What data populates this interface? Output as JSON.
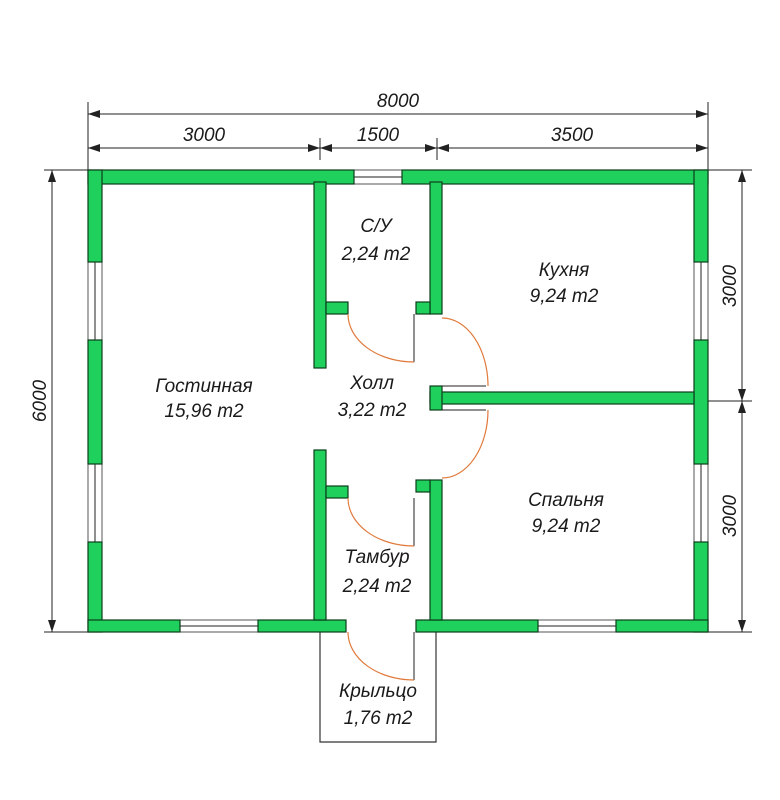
{
  "dimensions": {
    "total_width": "8000",
    "seg_left": "3000",
    "seg_middle": "1500",
    "seg_right": "3500",
    "total_height": "6000",
    "right_upper": "3000",
    "right_lower": "3000"
  },
  "rooms": {
    "living": {
      "name": "Гостинная",
      "area": "15,96 m2"
    },
    "bathroom": {
      "name": "С/У",
      "area": "2,24 m2"
    },
    "kitchen": {
      "name": "Кухня",
      "area": "9,24 m2"
    },
    "hall": {
      "name": "Холл",
      "area": "3,22 m2"
    },
    "bedroom": {
      "name": "Спальня",
      "area": "9,24 m2"
    },
    "vestibule": {
      "name": "Тамбур",
      "area": "2,24 m2"
    },
    "porch": {
      "name": "Крыльцо",
      "area": "1,76 m2"
    }
  },
  "colors": {
    "wall": "#1fd15c",
    "door_arc": "#e07a3c"
  }
}
